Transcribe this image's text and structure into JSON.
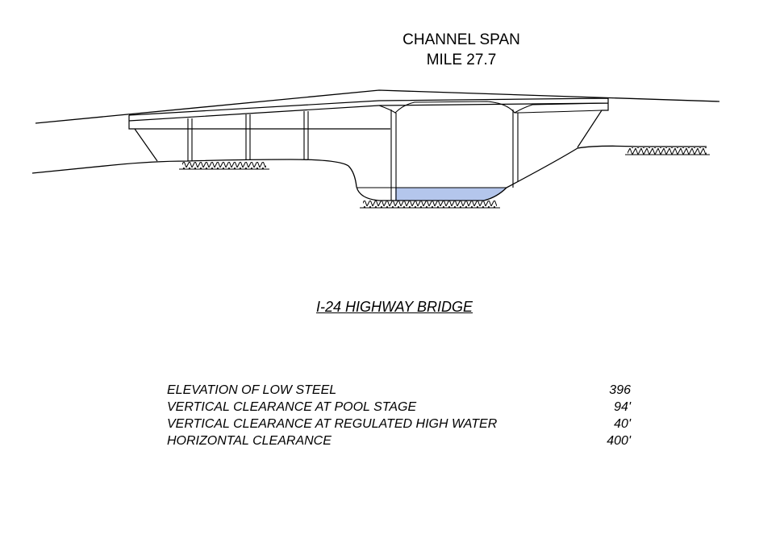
{
  "diagram": {
    "title_line1": "CHANNEL SPAN",
    "title_line2": "MILE 27.7",
    "bridge_name": "I-24 HIGHWAY BRIDGE",
    "colors": {
      "water": "#b4c6ec",
      "line": "#000000",
      "background": "#ffffff"
    }
  },
  "specs": [
    {
      "label": "ELEVATION OF LOW STEEL",
      "value": "396"
    },
    {
      "label": "VERTICAL CLEARANCE AT POOL STAGE",
      "value": "94'"
    },
    {
      "label": "VERTICAL CLEARANCE AT REGULATED HIGH WATER",
      "value": "40'"
    },
    {
      "label": "HORIZONTAL CLEARANCE",
      "value": "400'"
    }
  ]
}
